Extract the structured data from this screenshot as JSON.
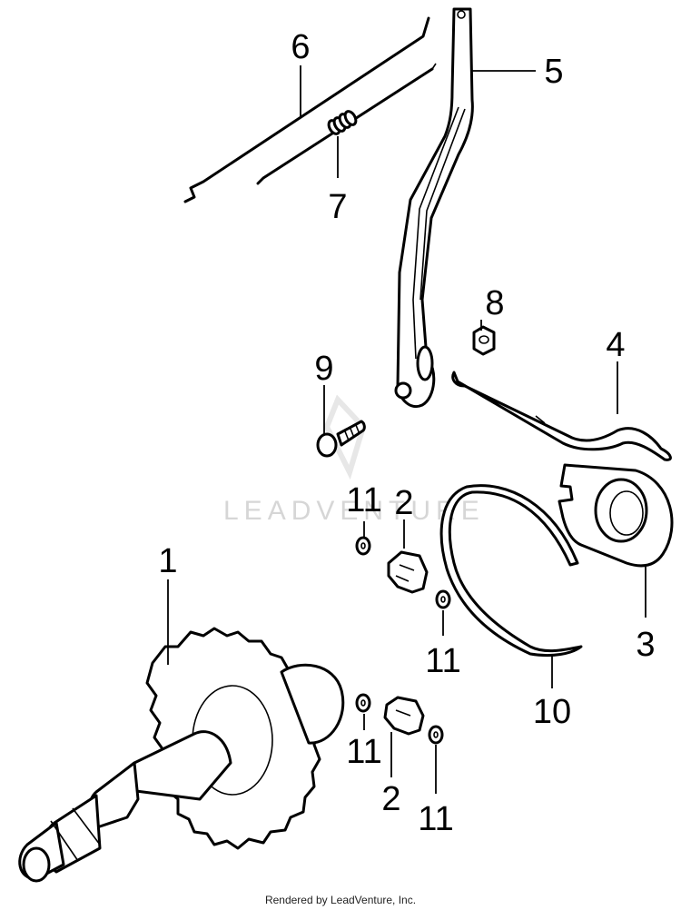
{
  "watermark": "LEADVENTURE",
  "footer": "Rendered by LeadVenture, Inc.",
  "callouts": [
    {
      "id": "camshaft",
      "number": "1"
    },
    {
      "id": "cam-follower-upper",
      "number": "2"
    },
    {
      "id": "cam-follower-lower",
      "number": "2"
    },
    {
      "id": "plate",
      "number": "3"
    },
    {
      "id": "spring-arm",
      "number": "4"
    },
    {
      "id": "lever",
      "number": "5"
    },
    {
      "id": "rod",
      "number": "6"
    },
    {
      "id": "spring-rod",
      "number": "7"
    },
    {
      "id": "spring-wire",
      "number": "8"
    },
    {
      "id": "bolt",
      "number": "9"
    },
    {
      "id": "nut",
      "number": "10"
    },
    {
      "id": "washer-a",
      "number": "11"
    },
    {
      "id": "washer-b",
      "number": "11"
    },
    {
      "id": "washer-c",
      "number": "11"
    },
    {
      "id": "washer-d",
      "number": "11"
    }
  ]
}
